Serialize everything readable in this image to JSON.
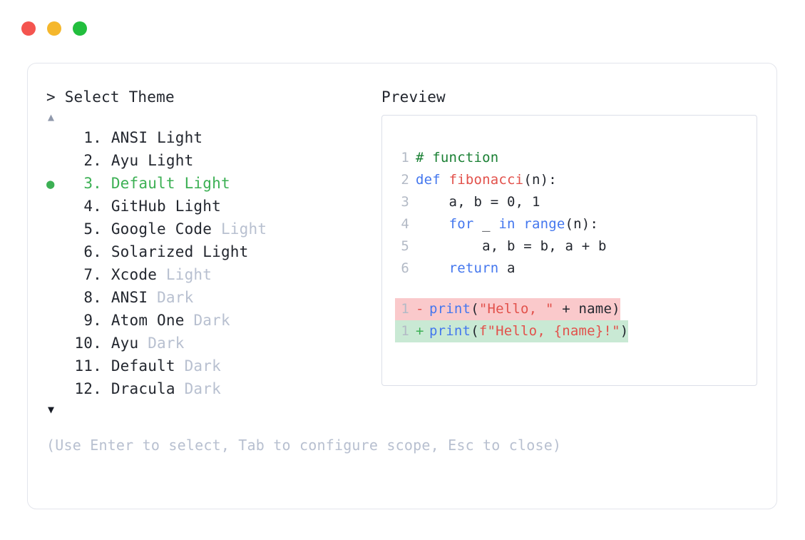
{
  "window": {
    "controls": [
      {
        "name": "close",
        "color": "#f4544f"
      },
      {
        "name": "minimize",
        "color": "#f5b72c"
      },
      {
        "name": "maximize",
        "color": "#22be3d"
      }
    ]
  },
  "prompt": {
    "marker": ">",
    "title": "Select Theme"
  },
  "scroll": {
    "up_arrow": "▲",
    "down_arrow": "▼"
  },
  "selection": {
    "bullet": "●",
    "selected_index": 3,
    "accent_color": "#3cb054"
  },
  "themes": [
    {
      "index": "1.",
      "name": "ANSI",
      "suffix": "Light",
      "suffix_muted": false,
      "selected": false
    },
    {
      "index": "2.",
      "name": "Ayu",
      "suffix": "Light",
      "suffix_muted": false,
      "selected": false
    },
    {
      "index": "3.",
      "name": "Default",
      "suffix": "Light",
      "suffix_muted": false,
      "selected": true
    },
    {
      "index": "4.",
      "name": "GitHub",
      "suffix": "Light",
      "suffix_muted": false,
      "selected": false
    },
    {
      "index": "5.",
      "name": "Google Code",
      "suffix": "Light",
      "suffix_muted": true,
      "selected": false
    },
    {
      "index": "6.",
      "name": "Solarized",
      "suffix": "Light",
      "suffix_muted": false,
      "selected": false
    },
    {
      "index": "7.",
      "name": "Xcode",
      "suffix": "Light",
      "suffix_muted": true,
      "selected": false
    },
    {
      "index": "8.",
      "name": "ANSI",
      "suffix": "Dark",
      "suffix_muted": true,
      "selected": false
    },
    {
      "index": "9.",
      "name": "Atom One",
      "suffix": "Dark",
      "suffix_muted": true,
      "selected": false
    },
    {
      "index": "10.",
      "name": "Ayu",
      "suffix": "Dark",
      "suffix_muted": true,
      "selected": false
    },
    {
      "index": "11.",
      "name": "Default",
      "suffix": "Dark",
      "suffix_muted": true,
      "selected": false
    },
    {
      "index": "12.",
      "name": "Dracula",
      "suffix": "Dark",
      "suffix_muted": true,
      "selected": false
    }
  ],
  "preview": {
    "label": "Preview",
    "code_lines": [
      {
        "n": "1",
        "tokens": [
          {
            "t": "# function",
            "c": "tok-comment"
          }
        ]
      },
      {
        "n": "2",
        "tokens": [
          {
            "t": "def ",
            "c": "tok-kw"
          },
          {
            "t": "fibonacci",
            "c": "tok-fn"
          },
          {
            "t": "(n):",
            "c": "tok-plain"
          }
        ]
      },
      {
        "n": "3",
        "tokens": [
          {
            "t": "    a, b = 0, 1",
            "c": "tok-plain"
          }
        ]
      },
      {
        "n": "4",
        "tokens": [
          {
            "t": "    ",
            "c": "tok-plain"
          },
          {
            "t": "for",
            "c": "tok-kw"
          },
          {
            "t": " _ ",
            "c": "tok-plain"
          },
          {
            "t": "in range",
            "c": "tok-kw"
          },
          {
            "t": "(n):",
            "c": "tok-plain"
          }
        ]
      },
      {
        "n": "5",
        "tokens": [
          {
            "t": "        a, b = b, a + b",
            "c": "tok-plain"
          }
        ]
      },
      {
        "n": "6",
        "tokens": [
          {
            "t": "    ",
            "c": "tok-plain"
          },
          {
            "t": "return",
            "c": "tok-kw"
          },
          {
            "t": " a",
            "c": "tok-plain"
          }
        ]
      }
    ],
    "diff_lines": [
      {
        "n": "1",
        "marker": "-",
        "kind": "removed",
        "tokens": [
          {
            "t": "print",
            "c": "tok-kw"
          },
          {
            "t": "(",
            "c": "tok-plain"
          },
          {
            "t": "\"Hello, \"",
            "c": "tok-str"
          },
          {
            "t": " + name)",
            "c": "tok-plain"
          }
        ]
      },
      {
        "n": "1",
        "marker": "+",
        "kind": "added",
        "tokens": [
          {
            "t": "print",
            "c": "tok-kw"
          },
          {
            "t": "(",
            "c": "tok-plain"
          },
          {
            "t": "f\"Hello, {name}!\"",
            "c": "tok-str"
          },
          {
            "t": ")",
            "c": "tok-plain"
          }
        ]
      }
    ]
  },
  "hint": "(Use Enter to select, Tab to configure scope, Esc to close)"
}
